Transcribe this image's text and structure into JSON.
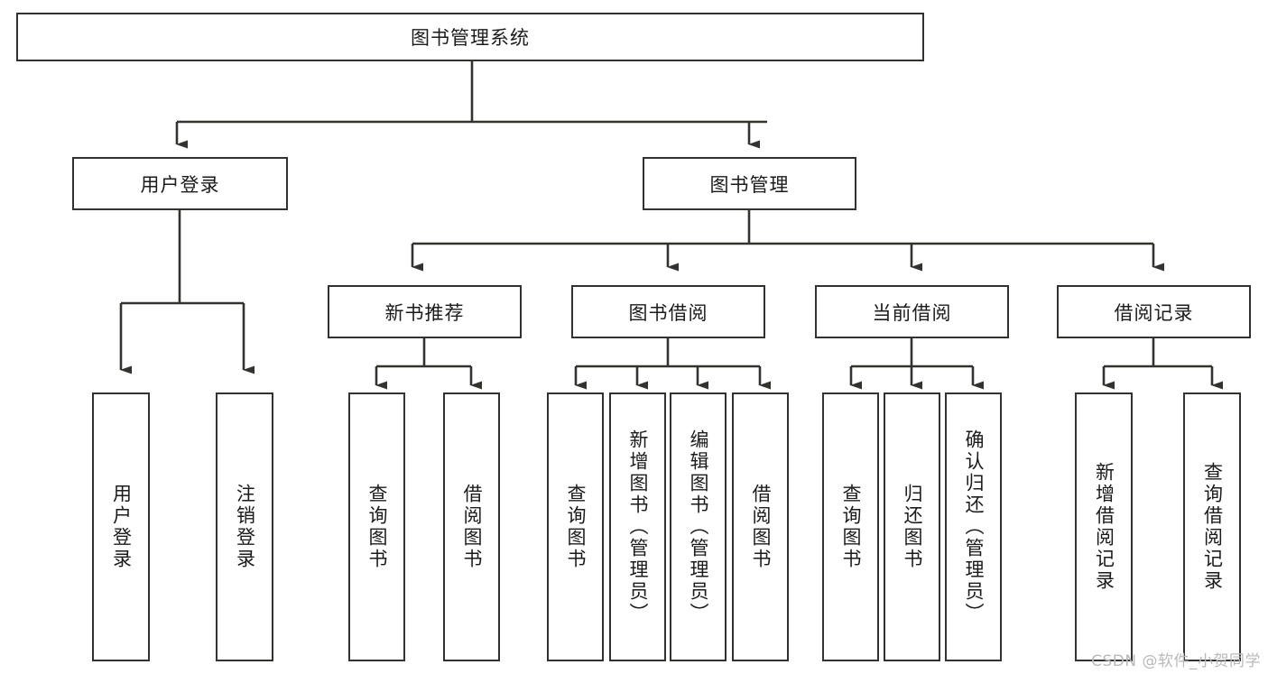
{
  "diagram": {
    "type": "tree-hierarchy",
    "title": "图书管理系统",
    "watermark": "CSDN @软件_小贺同学",
    "colors": {
      "box_border": "#32322f",
      "box_fill": "#ffffff",
      "connector": "#32322f",
      "text": "#1b1b1b",
      "watermark": "#b9b9b9"
    },
    "root": {
      "label": "图书管理系统",
      "orientation": "horizontal"
    },
    "level2": [
      {
        "label": "用户登录",
        "orientation": "horizontal"
      },
      {
        "label": "图书管理",
        "orientation": "horizontal"
      }
    ],
    "level3": [
      {
        "label": "新书推荐",
        "orientation": "horizontal",
        "parent": "图书管理"
      },
      {
        "label": "图书借阅",
        "orientation": "horizontal",
        "parent": "图书管理"
      },
      {
        "label": "当前借阅",
        "orientation": "horizontal",
        "parent": "图书管理"
      },
      {
        "label": "借阅记录",
        "orientation": "horizontal",
        "parent": "图书管理"
      }
    ],
    "leaves": [
      {
        "label": "用户登录",
        "orientation": "vertical",
        "parent": "用户登录"
      },
      {
        "label": "注销登录",
        "orientation": "vertical",
        "parent": "用户登录"
      },
      {
        "label": "查询图书",
        "orientation": "vertical",
        "parent": "新书推荐"
      },
      {
        "label": "借阅图书",
        "orientation": "vertical",
        "parent": "新书推荐"
      },
      {
        "label": "查询图书",
        "orientation": "vertical",
        "parent": "图书借阅"
      },
      {
        "label": "新增图书（管理员）",
        "orientation": "vertical",
        "parent": "图书借阅"
      },
      {
        "label": "编辑图书（管理员）",
        "orientation": "vertical",
        "parent": "图书借阅"
      },
      {
        "label": "借阅图书",
        "orientation": "vertical",
        "parent": "图书借阅"
      },
      {
        "label": "查询图书",
        "orientation": "vertical",
        "parent": "当前借阅"
      },
      {
        "label": "归还图书",
        "orientation": "vertical",
        "parent": "当前借阅"
      },
      {
        "label": "确认归还（管理员）",
        "orientation": "vertical",
        "parent": "当前借阅"
      },
      {
        "label": "新增借阅记录",
        "orientation": "vertical",
        "parent": "借阅记录"
      },
      {
        "label": "查询借阅记录",
        "orientation": "vertical",
        "parent": "借阅记录"
      }
    ]
  }
}
